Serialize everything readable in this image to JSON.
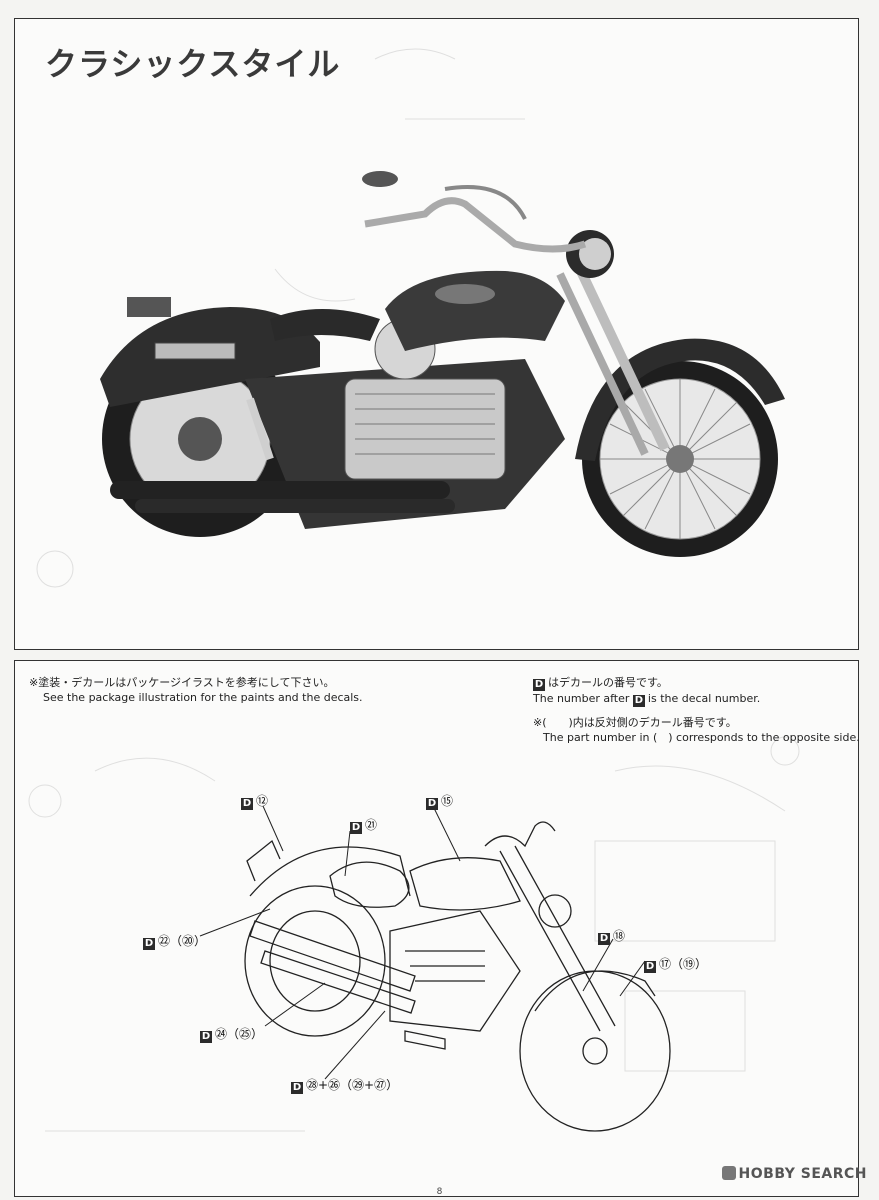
{
  "section_title": "クラシックスタイル",
  "notes": {
    "jp_paint": "※塗装・デカールはパッケージイラストを参考にして下さい。",
    "en_paint": "See the package illustration for the paints and the decals.",
    "jp_decal_pre": "はデカールの番号です。",
    "en_decal_pre": "The number after",
    "en_decal_post": "is the decal number.",
    "jp_opposite": "※(　　)内は反対側のデカール番号です。",
    "en_opposite": "The part number in (　) corresponds to the opposite side.",
    "d_letter": "D"
  },
  "callouts": [
    {
      "id": "c12",
      "text": "⑫"
    },
    {
      "id": "c21",
      "text": "㉑"
    },
    {
      "id": "c15",
      "text": "⑮"
    },
    {
      "id": "c22",
      "text": "㉒（⑳）"
    },
    {
      "id": "c18",
      "text": "⑱"
    },
    {
      "id": "c17",
      "text": "⑰（⑲）"
    },
    {
      "id": "c24",
      "text": "㉔（㉕）"
    },
    {
      "id": "c28",
      "text": "㉘+㉖（㉙+㉗）"
    }
  ],
  "page_number": "8",
  "watermark": "HOBBY SEARCH"
}
